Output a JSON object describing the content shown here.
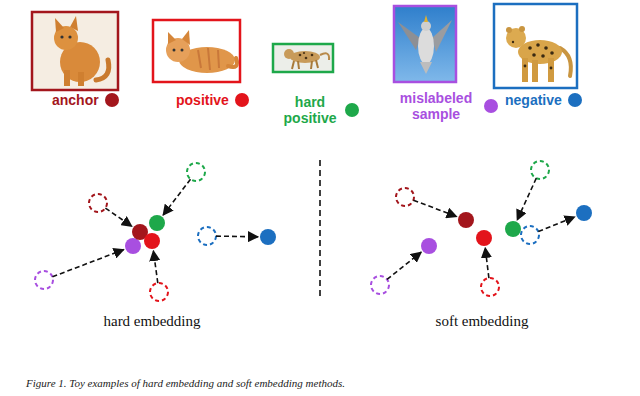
{
  "diagram": {
    "caption": "Figure 1. Toy examples of hard embedding and soft embedding methods.",
    "labels": [
      "hard embedding",
      "soft embedding"
    ],
    "legend": [
      {
        "text": "anchor",
        "color": "#a3161c"
      },
      {
        "text": "positive",
        "color": "#e3141b"
      },
      {
        "text": "hard positive",
        "color": "#1ea84a"
      },
      {
        "text": "mislabeled sample",
        "color": "#a84fe0"
      },
      {
        "text": "negative",
        "color": "#1c6fc0"
      }
    ]
  }
}
